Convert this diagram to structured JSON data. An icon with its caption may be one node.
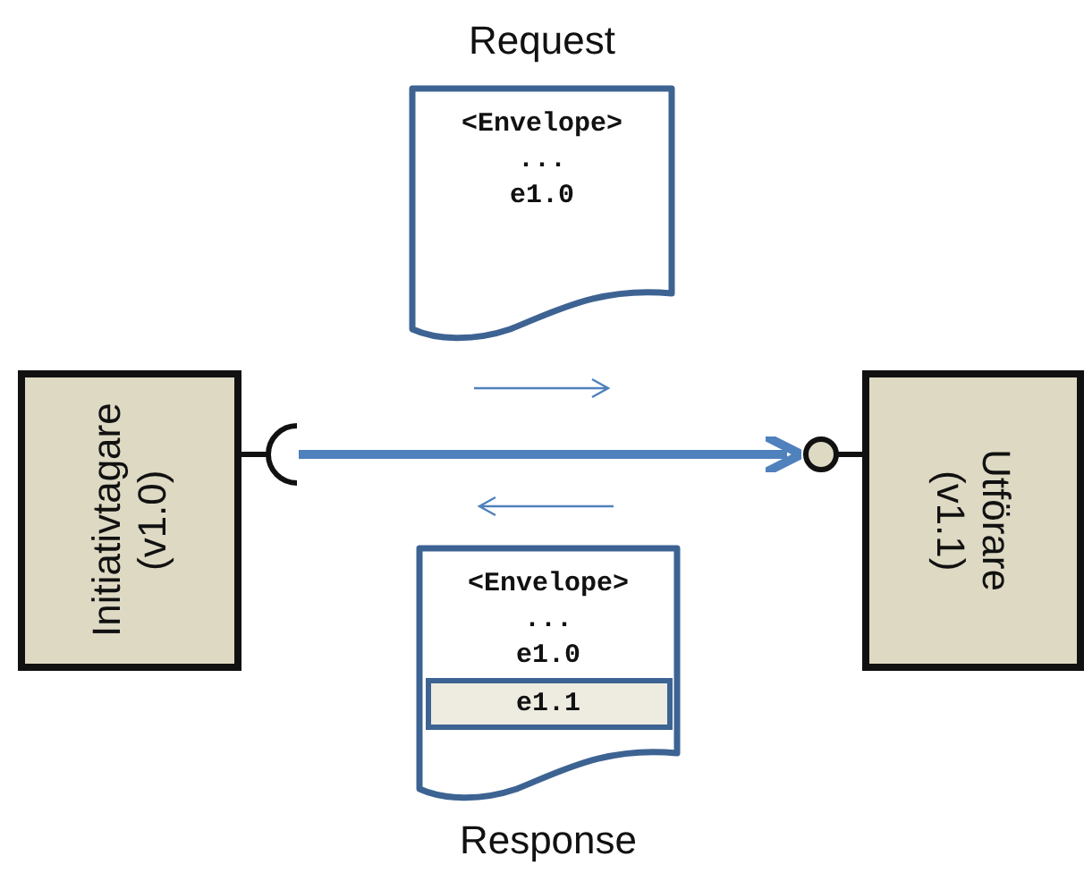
{
  "diagram": {
    "nodes": [
      {
        "text": [
          "Initiativtagare (v1.0)"
        ]
      },
      {
        "text": [
          "Request",
          "<Envelope>",
          "...",
          "e1.0"
        ]
      },
      {
        "text": [
          "<Envelope>",
          "...",
          "e1.0",
          "Response"
        ]
      },
      {
        "text": [
          "e1.1"
        ],
        "in": 2
      },
      {
        "text": [
          "Utförare (v1.1)"
        ]
      }
    ],
    "edges": [
      {
        "from": 0,
        "to": 4,
        "arrow": "to"
      }
    ]
  }
}
